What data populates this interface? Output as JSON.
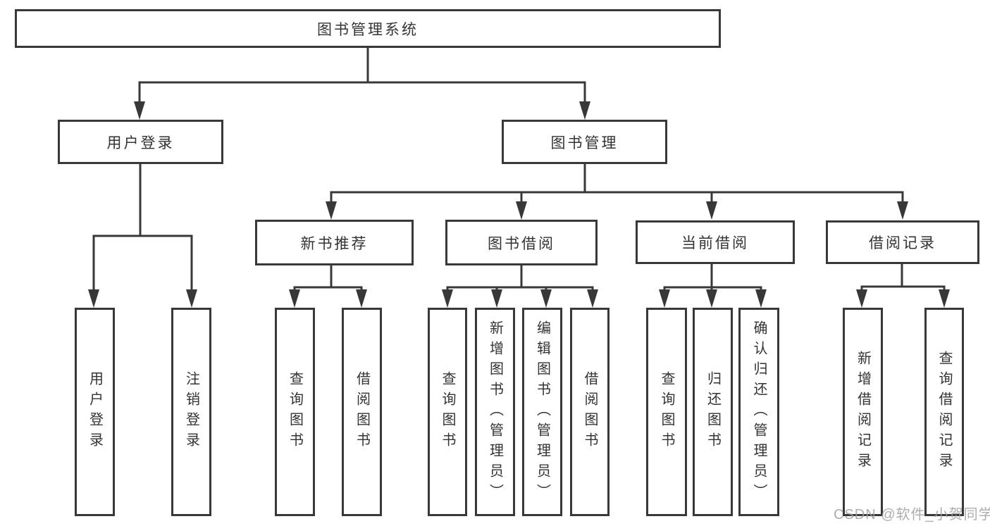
{
  "root": {
    "label": "图书管理系统"
  },
  "branches": [
    {
      "label": "用户登录",
      "children": [
        {
          "label": "用户登录"
        },
        {
          "label": "注销登录"
        }
      ]
    },
    {
      "label": "图书管理",
      "children": [
        {
          "label": "新书推荐",
          "children": [
            {
              "label": "查询图书"
            },
            {
              "label": "借阅图书"
            }
          ]
        },
        {
          "label": "图书借阅",
          "children": [
            {
              "label": "查询图书"
            },
            {
              "label": "新增图书（管理员）"
            },
            {
              "label": "编辑图书（管理员）"
            },
            {
              "label": "借阅图书"
            }
          ]
        },
        {
          "label": "当前借阅",
          "children": [
            {
              "label": "查询图书"
            },
            {
              "label": "归还图书"
            },
            {
              "label": "确认归还（管理员）"
            }
          ]
        },
        {
          "label": "借阅记录",
          "children": [
            {
              "label": "新增借阅记录"
            },
            {
              "label": "查询借阅记录"
            }
          ]
        }
      ]
    }
  ],
  "watermark": "CSDN @软件_小贺同学",
  "colors": {
    "line": "#383838",
    "text": "#333333",
    "watermark_text": "#9f9f9f",
    "background": "#ffffff"
  }
}
